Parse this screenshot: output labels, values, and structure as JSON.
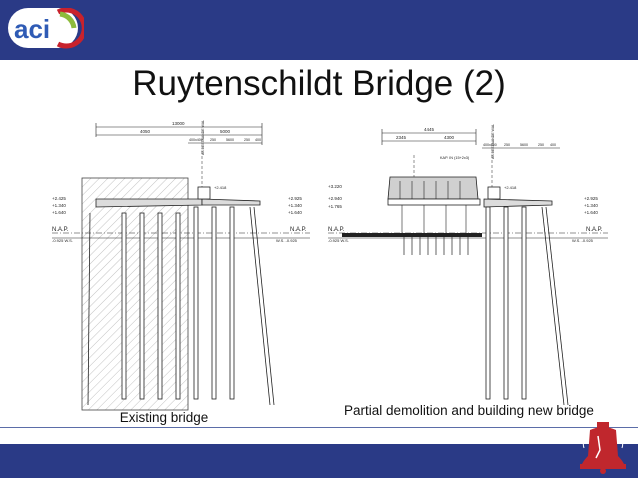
{
  "header": {
    "logo_text": "aci",
    "brand_colors": {
      "bar": "#2a3a86",
      "logo_red": "#c8222c",
      "logo_green": "#8dbb3c",
      "logo_blue": "#2f5bb5"
    },
    "icon": "aci-logo"
  },
  "slide": {
    "title": "Ruytenschildt Bridge (2)"
  },
  "drawing": {
    "left_panel": {
      "dimensions": [
        "13000",
        "4050",
        "5000",
        "400x400",
        "250",
        "5600",
        "250",
        "400"
      ],
      "levels_left": [
        "+2.425",
        "+1.340",
        "+1.640"
      ],
      "levels_right": [
        "+2.925",
        "+1.340",
        "+1.640"
      ],
      "level_mid": "+2.418",
      "nap_left": "N.A.P.",
      "nap_right": "N.A.P.",
      "water_left": "-0.925  W.S.",
      "water_right": "W.S.  -0.925",
      "section_label": "AS BESTAANDE WAL"
    },
    "right_panel": {
      "dimensions": [
        "4445",
        "2345",
        "4300",
        "400x400",
        "250",
        "5600",
        "250",
        "400"
      ],
      "levels_left": [
        "+3.220",
        "+2.940",
        "+1.765"
      ],
      "levels_right": [
        "+2.925",
        "+1.340",
        "+1.640"
      ],
      "level_mid": "+2.418",
      "note": "KAP. IN (15+2x3)",
      "nap_left": "N.A.P.",
      "nap_right": "N.A.P.",
      "water_left": "-0.925  W.S.",
      "water_right": "W.S.  -0.925",
      "section_label": "AS BESTAANDE WAL"
    }
  },
  "captions": {
    "left": "Existing bridge",
    "right": "Partial demolition and building new bridge"
  },
  "footer": {
    "emblem_icon": "liberty-bell-icon",
    "emblem_color": "#c0272d"
  }
}
